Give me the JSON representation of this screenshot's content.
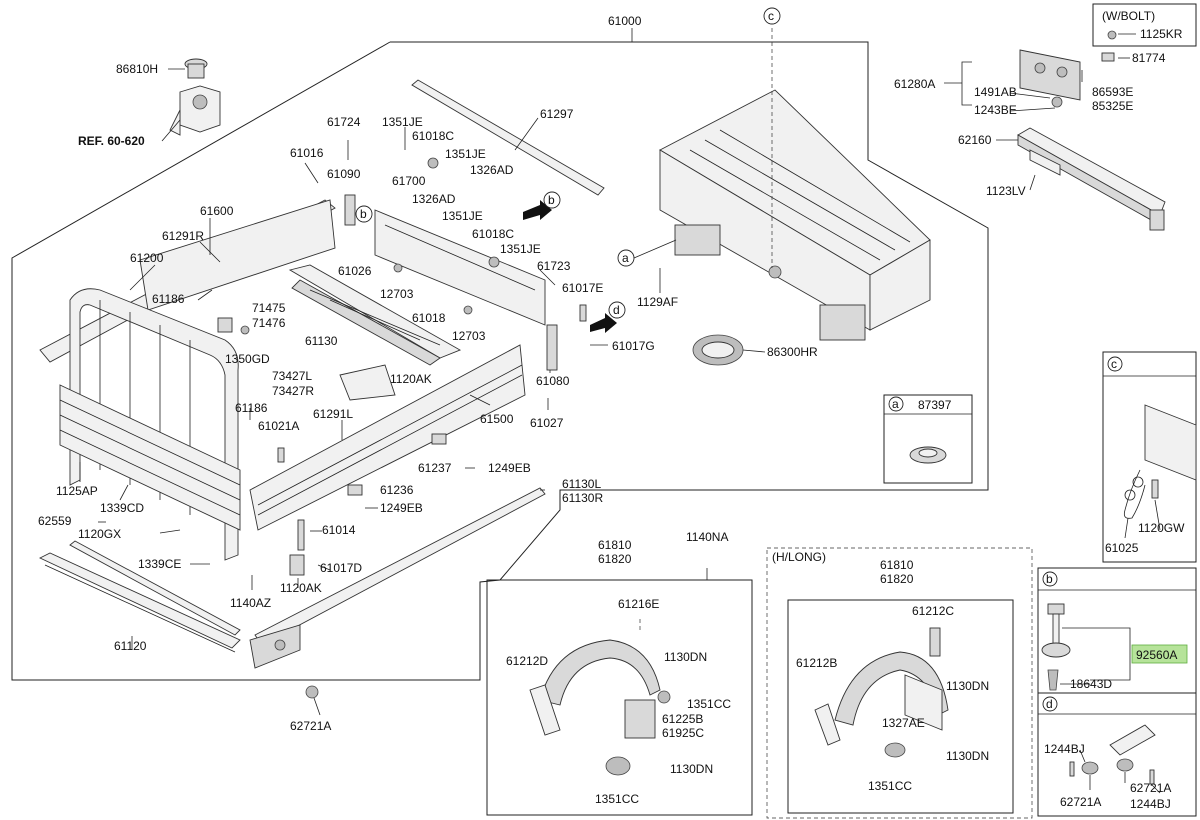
{
  "diagram": {
    "labels": {
      "l61000": "61000",
      "l86810H": "86810H",
      "lREF": "REF. 60-620",
      "l61724": "61724",
      "l1351JE_a": "1351JE",
      "l61018C_a": "61018C",
      "l61297": "61297",
      "l61016": "61016",
      "l1351JE_b": "1351JE",
      "l61090": "61090",
      "l1326AD_a": "1326AD",
      "l61700": "61700",
      "l1326AD_b": "1326AD",
      "l61600": "61600",
      "l1351JE_c": "1351JE",
      "l61018C_b": "61018C",
      "l61291R": "61291R",
      "l1351JE_d": "1351JE",
      "l61200": "61200",
      "l61026": "61026",
      "l61723": "61723",
      "l61186_a": "61186",
      "l12703_a": "12703",
      "l61017E": "61017E",
      "l71475": "71475",
      "l71476": "71476",
      "l61018": "61018",
      "l61130": "61130",
      "l12703_b": "12703",
      "l1350GD": "1350GD",
      "l61017G": "61017G",
      "l73427L": "73427L",
      "l73427R": "73427R",
      "l1120AK_a": "1120AK",
      "l61080": "61080",
      "l61186_b": "61186",
      "l61291L": "61291L",
      "l61500": "61500",
      "l61021A": "61021A",
      "l61027": "61027",
      "l61237": "61237",
      "l1249EB_a": "1249EB",
      "l1125AP": "1125AP",
      "l61236": "61236",
      "l1339CD": "1339CD",
      "l1249EB_b": "1249EB",
      "l61130L": "61130L",
      "l61130R": "61130R",
      "l62559": "62559",
      "l1120GX": "1120GX",
      "l61014": "61014",
      "l1339CE": "1339CE",
      "l61017D": "61017D",
      "l1120AK_b": "1120AK",
      "l1140AZ": "1140AZ",
      "l61120": "61120",
      "l62721A_main": "62721A",
      "l1129AF": "1129AF",
      "l86300HR": "86300HR",
      "l1140NA": "1140NA",
      "l61810_a": "61810",
      "l61820_a": "61820",
      "l61216E": "61216E",
      "l61212D": "61212D",
      "l1130DN_a": "1130DN",
      "l1351CC_a": "1351CC",
      "l61225B": "61225B",
      "l61925C": "61925C",
      "l1130DN_b": "1130DN",
      "l1351CC_b": "1351CC",
      "lHLONG": "(H/LONG)",
      "l61810_b": "61810",
      "l61820_b": "61820",
      "l61212C": "61212C",
      "l61212B": "61212B",
      "l1130DN_c": "1130DN",
      "l1327AE": "1327AE",
      "l1130DN_d": "1130DN",
      "l1351CC_c": "1351CC",
      "lWBOLT": "(W/BOLT)",
      "l1125KR": "1125KR",
      "l81774": "81774",
      "l61280A": "61280A",
      "l1491AB": "1491AB",
      "l86593E": "86593E",
      "l85325E": "85325E",
      "l1243BE": "1243BE",
      "l62160": "62160",
      "l1123LV": "1123LV",
      "l87397": "87397",
      "l1120GW": "1120GW",
      "l61025": "61025",
      "l92560A": "92560A",
      "l18643D": "18643D",
      "l1244BJ_a": "1244BJ",
      "l62721A_a": "62721A",
      "l62721A_b": "62721A",
      "l1244BJ_b": "1244BJ"
    },
    "callouts": {
      "a": "a",
      "b": "b",
      "c": "c",
      "d": "d"
    },
    "highlight_color": "#b6e39a"
  }
}
